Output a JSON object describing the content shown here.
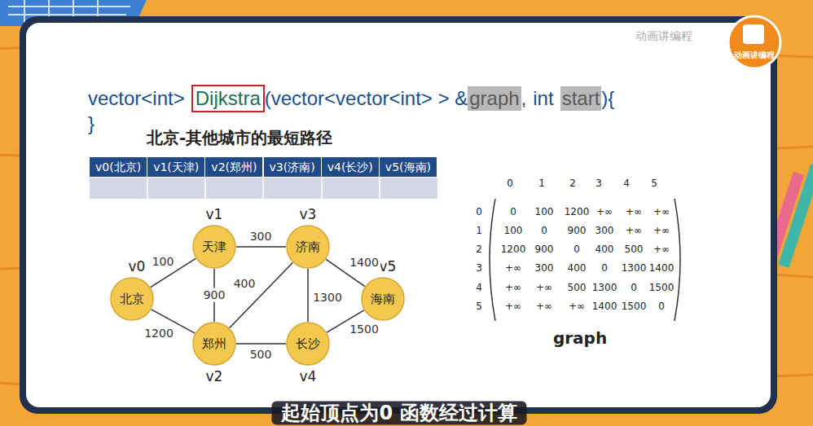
{
  "diagram": {
    "title": "北京-其他城市的最短路径",
    "caption": "起始顶点为0 函数经过计算",
    "nodes": [
      {
        "text": [
          "北京",
          "v0"
        ]
      },
      {
        "text": [
          "天津",
          "v1"
        ]
      },
      {
        "text": [
          "郑州",
          "v2"
        ]
      },
      {
        "text": [
          "济南",
          "v3"
        ]
      },
      {
        "text": [
          "长沙",
          "v4"
        ]
      },
      {
        "text": [
          "海南",
          "v5"
        ]
      }
    ],
    "edges": [
      {
        "from": 0,
        "to": 1,
        "label": "100",
        "arrow": "none"
      },
      {
        "from": 0,
        "to": 2,
        "label": "1200",
        "arrow": "none"
      },
      {
        "from": 1,
        "to": 3,
        "label": "300",
        "arrow": "none"
      },
      {
        "from": 1,
        "to": 2,
        "label": "900",
        "arrow": "none"
      },
      {
        "from": 2,
        "to": 3,
        "label": "400",
        "arrow": "none"
      },
      {
        "from": 3,
        "to": 4,
        "label": "1300",
        "arrow": "none"
      },
      {
        "from": 2,
        "to": 4,
        "label": "500",
        "arrow": "none"
      },
      {
        "from": 3,
        "to": 5,
        "label": "1400",
        "arrow": "none"
      },
      {
        "from": 4,
        "to": 5,
        "label": "1500",
        "arrow": "none"
      }
    ],
    "labels": [
      "动画讲编程",
      "动画讲编程",
      "vector<int>",
      "Dijkstra",
      "(vector<vector<int> > &",
      "graph",
      ",",
      "int",
      "start",
      "){",
      "}",
      "v0(北京)",
      "v1(天津)",
      "v2(郑州)",
      "v3(济南)",
      "v4(长沙)",
      "v5(海南)",
      "0",
      "1",
      "2",
      "3",
      "4",
      "5",
      "0",
      "1",
      "2",
      "3",
      "4",
      "5",
      "0",
      "100",
      "1200",
      "+∞",
      "+∞",
      "+∞",
      "100",
      "0",
      "900",
      "300",
      "+∞",
      "+∞",
      "1200",
      "900",
      "0",
      "400",
      "500",
      "+∞",
      "+∞",
      "300",
      "400",
      "0",
      "1300",
      "1400",
      "+∞",
      "+∞",
      "500",
      "1300",
      "0",
      "1500",
      "+∞",
      "+∞",
      "+∞",
      "1400",
      "1500",
      "0",
      "graph"
    ]
  }
}
